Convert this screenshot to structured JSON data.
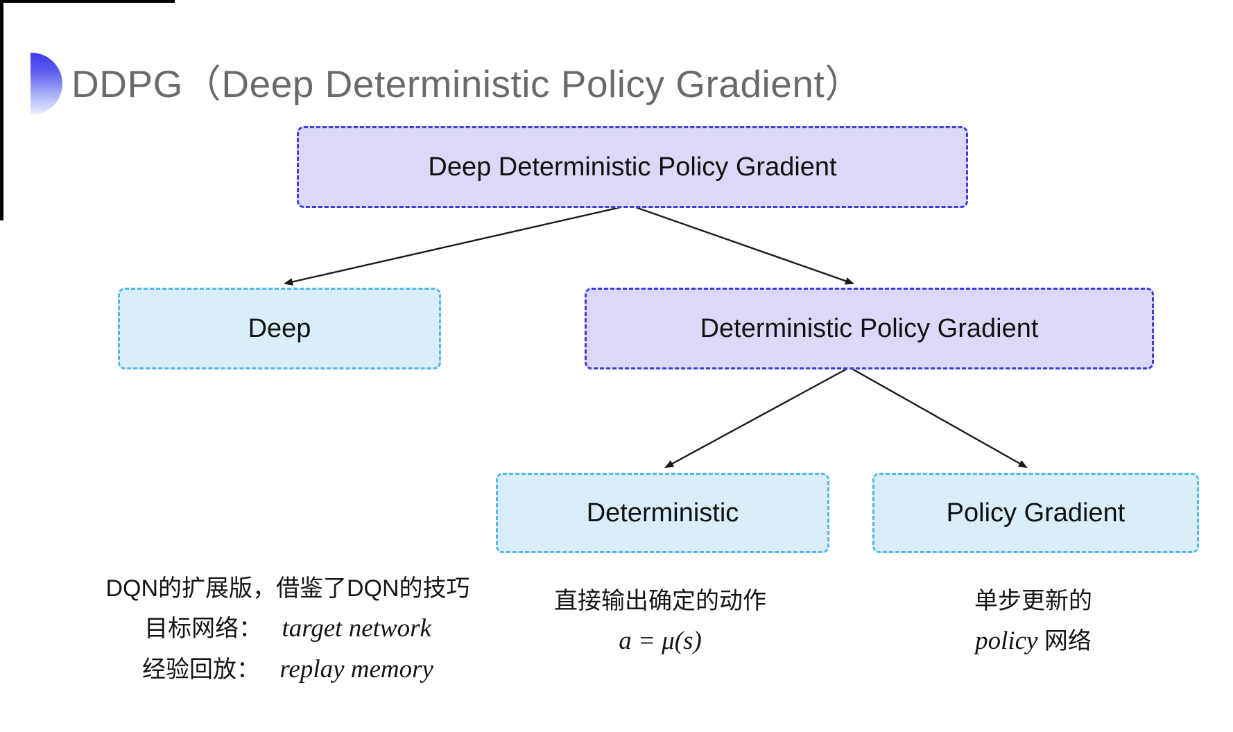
{
  "title": {
    "text": "DDPG（Deep Deterministic Policy Gradient）"
  },
  "tree": {
    "root": {
      "label": "Deep Deterministic Policy Gradient"
    },
    "level2": [
      {
        "label": "Deep"
      },
      {
        "label": "Deterministic Policy Gradient"
      }
    ],
    "level3": [
      {
        "label": "Deterministic"
      },
      {
        "label": "Policy Gradient"
      }
    ]
  },
  "notes": {
    "deep": {
      "line1": "DQN的扩展版，借鉴了DQN的技巧",
      "line2_label": "目标网络：",
      "line2_value": "target network",
      "line3_label": "经验回放：",
      "line3_value": "replay memory"
    },
    "deterministic": {
      "line1": "直接输出确定的动作",
      "formula": "a = μ(s)"
    },
    "policy_gradient": {
      "line1": "单步更新的",
      "line2_italic": "policy",
      "line2_suffix": " 网络"
    }
  },
  "colors": {
    "root_box_fill": "#dcd9f8",
    "root_box_border": "#3d3ddc",
    "leaf_box_fill": "#d9eefa",
    "leaf_box_border": "#58b7e9",
    "title_text": "#6a6a6a",
    "box_text": "#111111",
    "arrow": "#1a1a1a",
    "accent_semicircle": "#3c3cea"
  }
}
